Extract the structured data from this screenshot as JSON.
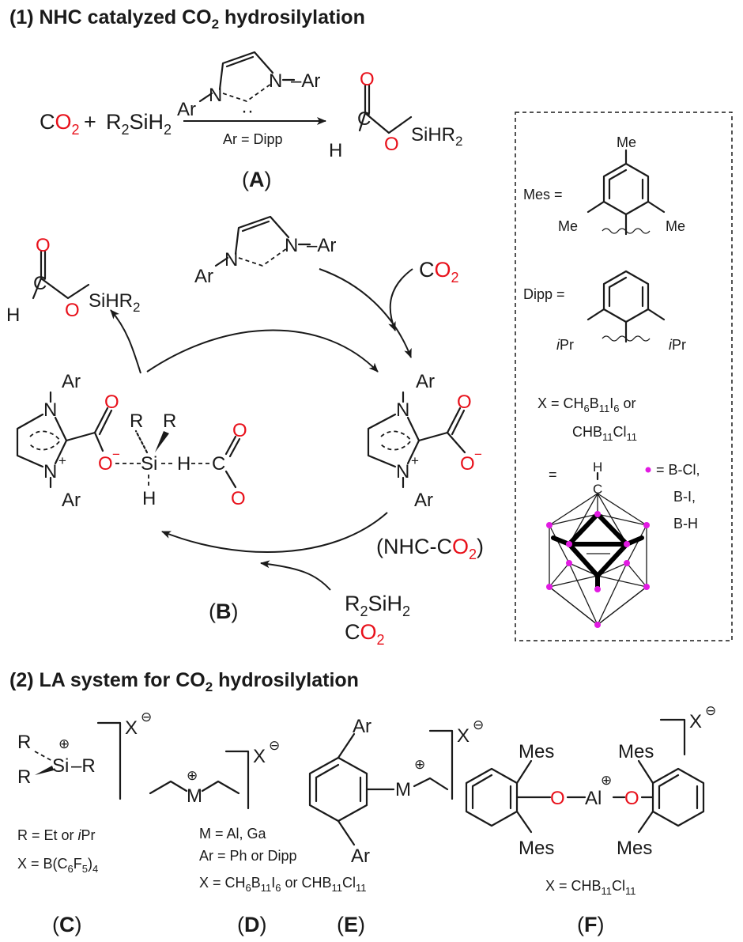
{
  "part1": {
    "title_prefix": "(1) NHC catalyzed CO",
    "title_sub": "2",
    "title_suffix": " hydrosilylation",
    "reaction": {
      "co2_c": "C",
      "co2_o": "O",
      "co2_sub": "2",
      "plus": "+",
      "silane_r": "R",
      "silane_r_sub": "2",
      "silane_si": "SiH",
      "silane_h_sub": "2",
      "catalyst_n1": "N",
      "catalyst_n2": "N",
      "catalyst_ar_left": "Ar",
      "catalyst_ar_right": "–Ar",
      "catalyst_lone_pair": "··",
      "condition": "Ar = Dipp",
      "product_h": "H",
      "product_c": "C",
      "product_o_top": "O",
      "product_o": "O",
      "product_si": "SiHR",
      "product_si_sub": "2",
      "label_open": "(",
      "label": "A",
      "label_close": ")"
    },
    "cycle": {
      "product_h": "H",
      "product_c": "C",
      "product_o_top": "O",
      "product_o": "O",
      "product_si": "SiHR",
      "product_si_sub": "2",
      "nhc_n1": "N",
      "nhc_n2": "N",
      "nhc_ar_left": "Ar",
      "nhc_ar_right": "–Ar",
      "co2_c": "C",
      "co2_o": "O",
      "co2_sub": "2",
      "adduct_ar_top": "Ar",
      "adduct_n_top": "N",
      "adduct_n_bottom": "N",
      "adduct_plus": "+",
      "adduct_ar_bottom": "Ar",
      "adduct_o_top": "O",
      "adduct_o_minus": "O",
      "adduct_minus": "−",
      "adduct_name_pre": "(NHC-C",
      "adduct_name_o": "O",
      "adduct_name_sub": "2",
      "adduct_name_close": ")",
      "reagent_r": "R",
      "reagent_r_sub": "2",
      "reagent_si": "SiH",
      "reagent_h_sub": "2",
      "reagent_co2_c": "C",
      "reagent_co2_o": "O",
      "reagent_co2_sub": "2",
      "int_ar_top": "Ar",
      "int_n_top": "N",
      "int_n_bottom": "N",
      "int_plus": "+",
      "int_ar_bottom": "Ar",
      "int_o_top": "O",
      "int_o_minus": "O",
      "int_minus": "−",
      "int_r1": "R",
      "int_r2": "R",
      "int_si": "Si",
      "int_h_si": "H",
      "int_h_bridge": "H",
      "int_c": "C",
      "int_o_formate_top": "O",
      "int_o_formate_bottom": "O",
      "label_open": "(",
      "label": "B",
      "label_close": ")"
    }
  },
  "legend_box": {
    "mes_label": "Mes =",
    "mes_me_top": "Me",
    "mes_me_left": "Me",
    "mes_me_right": "Me",
    "dipp_label": "Dipp =",
    "dipp_ipr_left_i": "i",
    "dipp_ipr_left": "Pr",
    "dipp_ipr_right_i": "i",
    "dipp_ipr_right": "Pr",
    "x_line1_pre": "X = CH",
    "x_line1_s1": "6",
    "x_line1_b": "B",
    "x_line1_s2": "11",
    "x_line1_i": "I",
    "x_line1_s3": "6",
    "x_line1_or": " or",
    "x_line2_pre": "CHB",
    "x_line2_s1": "11",
    "x_line2_cl": "Cl",
    "x_line2_s2": "11",
    "equals": "=",
    "cage_h": "H",
    "cage_c": "C",
    "dot_key_1": "= B-Cl,",
    "dot_key_2": "B-I,",
    "dot_key_3": "B-H"
  },
  "part2": {
    "title_prefix": "(2) LA system for CO",
    "title_sub": "2",
    "title_suffix": " hydrosilylation",
    "C": {
      "r_top": "R",
      "r_bottom": "R",
      "si": "Si",
      "r_right": "–R",
      "plus": "⊕",
      "counter": "X",
      "counter_charge": "⊖",
      "note1_pre": "R = Et or ",
      "note1_i": "i",
      "note1_post": "Pr",
      "note2_pre": "X = B(C",
      "note2_s1": "6",
      "note2_f": "F",
      "note2_s2": "5",
      "note2_close": ")",
      "note2_s3": "4",
      "label_open": "(",
      "label": "C",
      "label_close": ")"
    },
    "D": {
      "metal": "M",
      "plus": "⊕",
      "counter": "X",
      "counter_charge": "⊖",
      "label_open": "(",
      "label": "D",
      "label_close": ")"
    },
    "DE_notes": {
      "line1": "M = Al, Ga",
      "line2": "Ar = Ph or Dipp",
      "line3_pre": "X = CH",
      "line3_s1": "6",
      "line3_b": "B",
      "line3_s2": "11",
      "line3_i": "I",
      "line3_s3": "6",
      "line3_or": " or CHB",
      "line3_s4": "11",
      "line3_cl": "Cl",
      "line3_s5": "11"
    },
    "E": {
      "ar_top": "Ar",
      "ar_bottom": "Ar",
      "metal": "M",
      "plus": "⊕",
      "counter": "X",
      "counter_charge": "⊖",
      "label_open": "(",
      "label": "E",
      "label_close": ")"
    },
    "F": {
      "mes_tl": "Mes",
      "mes_bl": "Mes",
      "mes_tr": "Mes",
      "mes_br": "Mes",
      "o_left": "O",
      "al": "Al",
      "o_right": "O",
      "plus": "⊕",
      "counter": "X",
      "counter_charge": "⊖",
      "note_pre": "X = CHB",
      "note_s1": "11",
      "note_cl": "Cl",
      "note_s2": "11",
      "label_open": "(",
      "label": "F",
      "label_close": ")"
    }
  }
}
